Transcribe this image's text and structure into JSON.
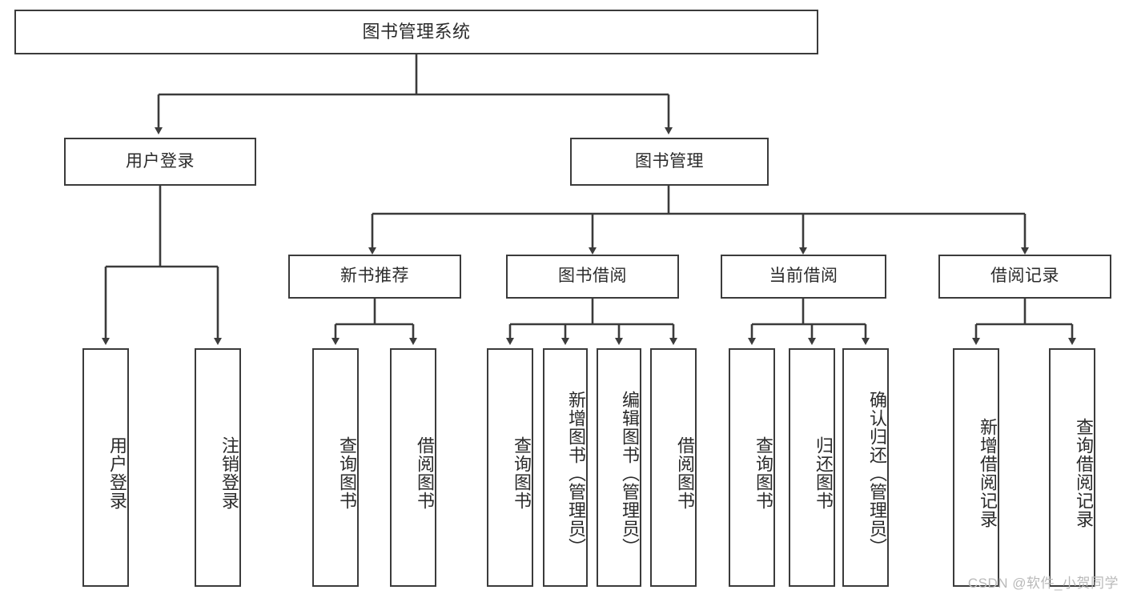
{
  "diagram": {
    "title": "图书管理系统",
    "type": "tree-hierarchy-diagram",
    "colors": {
      "stroke": "#3b3b3b",
      "fill": "#ffffff",
      "text": "#2b2b2b",
      "watermark": "#b9b9b9"
    },
    "root": {
      "label": "图书管理系统"
    },
    "level2": [
      {
        "label": "用户登录"
      },
      {
        "label": "图书管理"
      }
    ],
    "level3": [
      {
        "label": "新书推荐"
      },
      {
        "label": "图书借阅"
      },
      {
        "label": "当前借阅"
      },
      {
        "label": "借阅记录"
      }
    ],
    "leaves": [
      {
        "label": "用户登录",
        "parent": "用户登录"
      },
      {
        "label": "注销登录",
        "parent": "用户登录"
      },
      {
        "label": "查询图书",
        "parent": "新书推荐"
      },
      {
        "label": "借阅图书",
        "parent": "新书推荐"
      },
      {
        "label": "查询图书",
        "parent": "图书借阅"
      },
      {
        "label": "新增图书（管理员）",
        "parent": "图书借阅"
      },
      {
        "label": "编辑图书（管理员）",
        "parent": "图书借阅"
      },
      {
        "label": "借阅图书",
        "parent": "图书借阅"
      },
      {
        "label": "查询图书",
        "parent": "当前借阅"
      },
      {
        "label": "归还图书",
        "parent": "当前借阅"
      },
      {
        "label": "确认归还（管理员）",
        "parent": "当前借阅"
      },
      {
        "label": "新增借阅记录",
        "parent": "借阅记录"
      },
      {
        "label": "查询借阅记录",
        "parent": "借阅记录"
      }
    ],
    "watermark": "CSDN @软件_小贺同学"
  }
}
